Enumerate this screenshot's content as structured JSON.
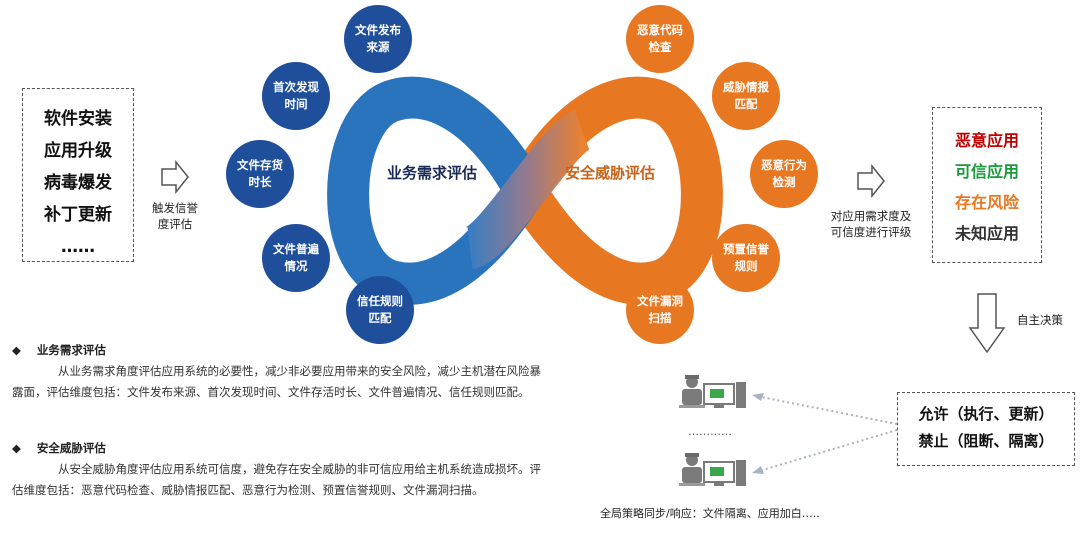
{
  "trigger_box": {
    "items": [
      "软件安装",
      "应用升级",
      "病毒爆发",
      "补丁更新",
      "……"
    ]
  },
  "trigger_caption": [
    "触发信誉",
    "度评估"
  ],
  "loop": {
    "left_label": "业务需求评估",
    "right_label": "安全威胁评估"
  },
  "business_factors": [
    [
      "文件发布",
      "来源"
    ],
    [
      "首次发现",
      "时间"
    ],
    [
      "文件存货",
      "时长"
    ],
    [
      "文件普遍",
      "情况"
    ],
    [
      "信任规则",
      "匹配"
    ]
  ],
  "threat_factors": [
    [
      "恶意代码",
      "检查"
    ],
    [
      "威胁情报",
      "匹配"
    ],
    [
      "恶意行为",
      "检测"
    ],
    [
      "预置信誉",
      "规则"
    ],
    [
      "文件漏洞",
      "扫描"
    ]
  ],
  "evaluate_caption": [
    "对应用需求度及",
    "可信度进行评级"
  ],
  "results": [
    {
      "label": "恶意应用",
      "color": "#c00000"
    },
    {
      "label": "可信应用",
      "color": "#1a9a3a"
    },
    {
      "label": "存在风险",
      "color": "#e87722"
    },
    {
      "label": "未知应用",
      "color": "#333333"
    }
  ],
  "autonomy_caption": "自主决策",
  "decision_box": {
    "items": [
      "允许（执行、更新）",
      "禁止（阻断、隔离）"
    ]
  },
  "hosts_ellipsis": "…………",
  "sync_caption": "全局策略同步/响应：文件隔离、应用加白…..",
  "descriptions": [
    {
      "bullet": "◆",
      "title": "业务需求评估",
      "text": "从业务需求角度评估应用系统的必要性，减少非必要应用带来的安全风险，减少主机潜在风险暴露面，评估维度包括：文件发布来源、首次发现时间、文件存活时长、文件普遍情况、信任规则匹配。"
    },
    {
      "bullet": "◆",
      "title": "安全威胁评估",
      "text": "从安全威胁角度评估应用系统可信度，避免存在安全威胁的非可信应用给主机系统造成损坏。评估维度包括：恶意代码检查、威胁情报匹配、恶意行为检测、预置信誉规则、文件漏洞扫描。"
    }
  ],
  "colors": {
    "blue": "#1f4e9b",
    "loop_blue": "#2a73bd",
    "orange": "#e87722",
    "red": "#c00000",
    "green": "#1a9a3a"
  }
}
